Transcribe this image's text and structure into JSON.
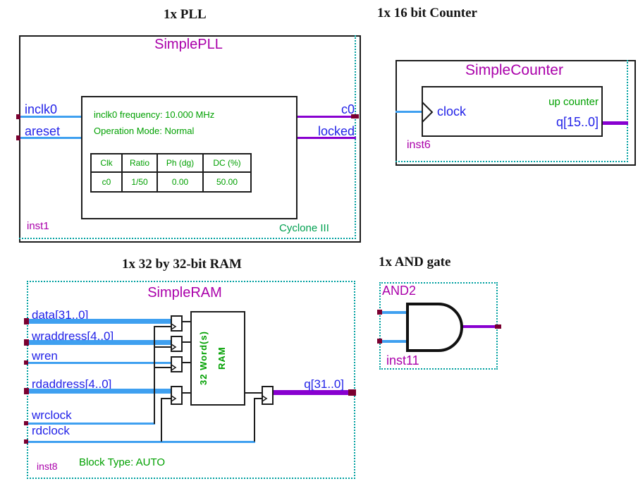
{
  "sections": {
    "pll_title": "1x PLL",
    "counter_title": "1x 16 bit Counter",
    "ram_title": "1x 32 by 32-bit RAM",
    "and_title": "1x AND gate"
  },
  "pll": {
    "name": "SimplePLL",
    "instance": "inst1",
    "device": "Cyclone III",
    "input1": "inclk0",
    "input2": "areset",
    "output1": "c0",
    "output2": "locked",
    "freq_note": "inclk0 frequency: 10.000 MHz",
    "mode_note": "Operation Mode: Normal",
    "table": {
      "headers": [
        "Clk",
        "Ratio",
        "Ph (dg)",
        "DC (%)"
      ],
      "row": [
        "c0",
        "1/50",
        "0.00",
        "50.00"
      ]
    }
  },
  "counter": {
    "name": "SimpleCounter",
    "instance": "inst6",
    "clock_port": "clock",
    "mode_note": "up counter",
    "output_port": "q[15..0]"
  },
  "ram": {
    "name": "SimpleRAM",
    "instance": "inst8",
    "port_data": "data[31..0]",
    "port_wraddress": "wraddress[4..0]",
    "port_wren": "wren",
    "port_rdaddress": "rdaddress[4..0]",
    "port_wrclock": "wrclock",
    "port_rdclock": "rdclock",
    "port_q": "q[31..0]",
    "words_note": "32 Word(s)",
    "type_note": "RAM",
    "block_type_note": "Block Type: AUTO"
  },
  "and_gate": {
    "name": "AND2",
    "instance": "inst11"
  },
  "colors": {
    "port_text_blue": "#2222e8",
    "net_input_blue": "#3fa0f0",
    "net_output_purple": "#8800d0",
    "symbol_name_magenta": "#aa00aa",
    "annotation_green": "#00a000",
    "device_green": "#00a050",
    "selection_teal": "#00a0a0",
    "pin_end_maroon": "#7a0030"
  }
}
